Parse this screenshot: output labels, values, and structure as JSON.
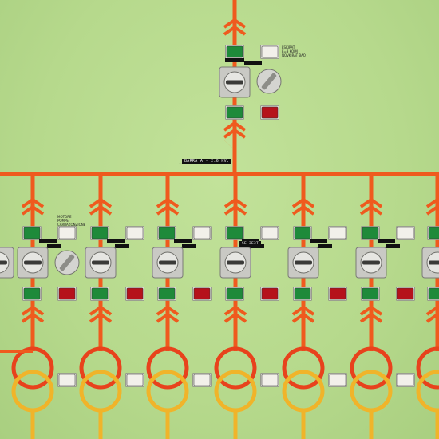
{
  "panel": {
    "main_bus_label": "BARRA A - 2.6 KV.",
    "feeder_tag": "SE 3E3T",
    "top_note_lines": [
      "ESKIRAT",
      "E=3 KOIM",
      "NOVKIRAT BAO"
    ],
    "left_note_lines": [
      "MOTORE",
      "POMPE",
      "CARBAZONZIONE"
    ]
  },
  "colors": {
    "panel_green": "#b9dc8f",
    "bus_orange": "#ef5a1e",
    "ring_red": "#e8421c",
    "ring_yellow": "#f0b42a",
    "lamp_green": "#1e8a3a",
    "lamp_red": "#b5121b",
    "lamp_white": "#f2f0ea"
  },
  "icons": [
    "rotary-switch-icon",
    "selector-knob-icon",
    "double-chevron-icon",
    "transformer-icon"
  ]
}
